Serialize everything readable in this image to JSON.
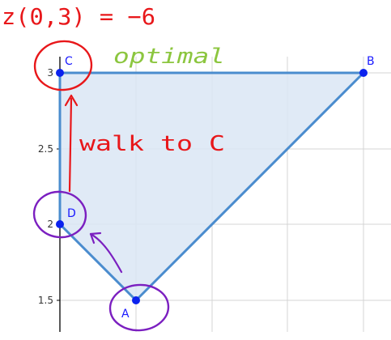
{
  "annotations": {
    "objective": "z(0,3) = −6",
    "optimal": "optimal",
    "walk": "walk to C"
  },
  "points": [
    {
      "name": "A",
      "x": 0.5,
      "y": 1.5
    },
    {
      "name": "B",
      "x": 2.0,
      "y": 3.0
    },
    {
      "name": "C",
      "x": 0.0,
      "y": 3.0
    },
    {
      "name": "D",
      "x": 0.0,
      "y": 2.0
    }
  ],
  "y_ticks": [
    "1.5",
    "2",
    "2.5",
    "3"
  ],
  "colors": {
    "region_fill": "#dbe6f4",
    "region_stroke": "#4a8cce",
    "point": "#0b22ee",
    "grid": "#d4d4d4",
    "red_ink": "#e8171a",
    "purple_ink": "#7b1fc0",
    "green_ink": "#8cc63f"
  }
}
